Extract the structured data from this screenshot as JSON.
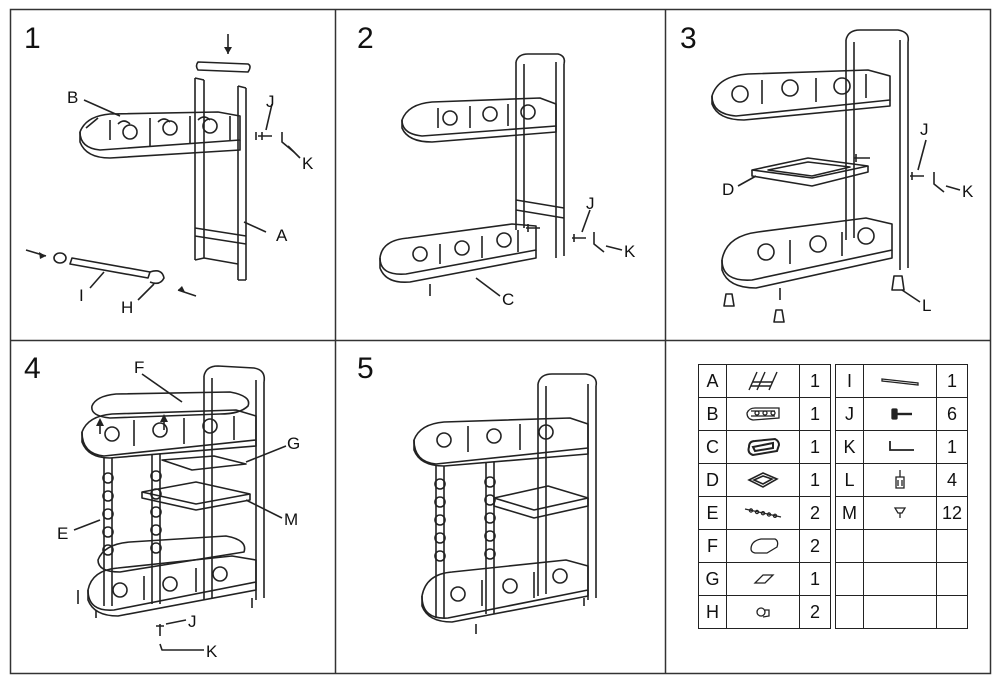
{
  "steps": [
    {
      "number": "1",
      "labels": {
        "B": "B",
        "J": "J",
        "K": "K",
        "A": "A",
        "I": "I",
        "H": "H"
      }
    },
    {
      "number": "2",
      "labels": {
        "J": "J",
        "K": "K",
        "C": "C"
      }
    },
    {
      "number": "3",
      "labels": {
        "J": "J",
        "K": "K",
        "D": "D",
        "L": "L"
      }
    },
    {
      "number": "4",
      "labels": {
        "F": "F",
        "G": "G",
        "M": "M",
        "E": "E",
        "J": "J",
        "K": "K"
      }
    },
    {
      "number": "5",
      "labels": {}
    }
  ],
  "parts_left": [
    {
      "letter": "A",
      "icon": "frame-icon",
      "qty": "1"
    },
    {
      "letter": "B",
      "icon": "top-tray-icon",
      "qty": "1"
    },
    {
      "letter": "C",
      "icon": "bottom-tray-icon",
      "qty": "1"
    },
    {
      "letter": "D",
      "icon": "middle-shelf-icon",
      "qty": "1"
    },
    {
      "letter": "E",
      "icon": "spindle-leg-icon",
      "qty": "2"
    },
    {
      "letter": "F",
      "icon": "tray-board-icon",
      "qty": "2"
    },
    {
      "letter": "G",
      "icon": "glass-panel-icon",
      "qty": "1"
    },
    {
      "letter": "H",
      "icon": "end-cap-icon",
      "qty": "2"
    }
  ],
  "parts_right": [
    {
      "letter": "I",
      "icon": "handle-bar-icon",
      "qty": "1"
    },
    {
      "letter": "J",
      "icon": "bolt-icon",
      "qty": "6"
    },
    {
      "letter": "K",
      "icon": "allen-key-icon",
      "qty": "1"
    },
    {
      "letter": "L",
      "icon": "caster-icon",
      "qty": "4"
    },
    {
      "letter": "M",
      "icon": "clip-icon",
      "qty": "12"
    },
    {
      "letter": "",
      "icon": "",
      "qty": ""
    },
    {
      "letter": "",
      "icon": "",
      "qty": ""
    },
    {
      "letter": "",
      "icon": "",
      "qty": ""
    }
  ]
}
